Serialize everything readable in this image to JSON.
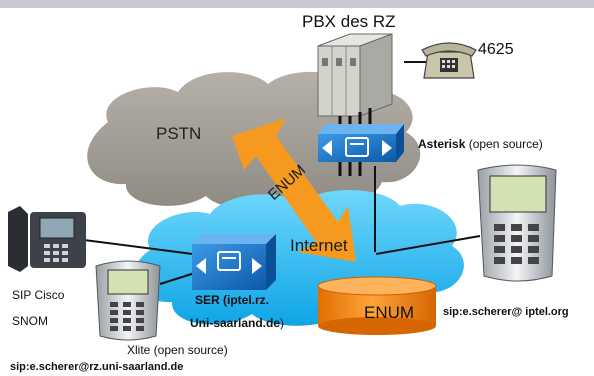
{
  "diagram": {
    "title": "PBX des RZ",
    "phone_extension": "4625",
    "cloud_pstn_label": "PSTN",
    "cloud_internet_label": "Internet",
    "enum_arrow_label": "ENUM",
    "enum_database_label": "ENUM",
    "asterisk_name": "Asterisk",
    "asterisk_note": " (open source)",
    "sip_cisco_label": "SIP Cisco",
    "snom_label": "SNOM",
    "xlite_label": "Xlite (open source)",
    "ser_label_line1": "SER (iptel.rz.",
    "ser_label_line2_bold": "Uni-saarland.de",
    "ser_label_line2_suffix": ")",
    "sip_address_uni": "sip:e.scherer@rz.uni-saarland.de",
    "sip_address_iptel": "sip:e.scherer@ iptel.org"
  },
  "colors": {
    "pstn_cloud": "#a09c94",
    "internet_cloud": "#1fb8f0",
    "enum_arrow": "#f59a1f",
    "enum_db": "#ff8a00",
    "router_blue": "#1a72c9"
  }
}
